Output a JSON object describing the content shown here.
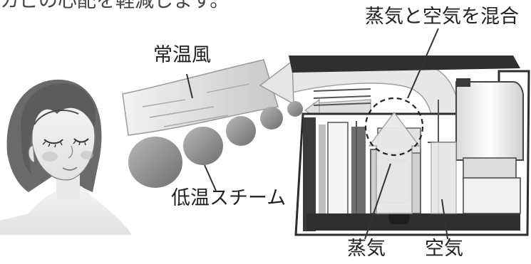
{
  "labels": {
    "headline": "カビの心配を軽減します。",
    "mix": "蒸気と空気を混合",
    "normal_wind": "常温風",
    "low_temp_steam": "低温スチーム",
    "steam": "蒸気",
    "air": "空気"
  },
  "colors": {
    "text": "#222222",
    "arrow_fill": "#dcdcdc",
    "machine_dark": "#3a3a3a",
    "machine_mid": "#8a8a8a",
    "steam_blob": "#9a9a9a"
  }
}
